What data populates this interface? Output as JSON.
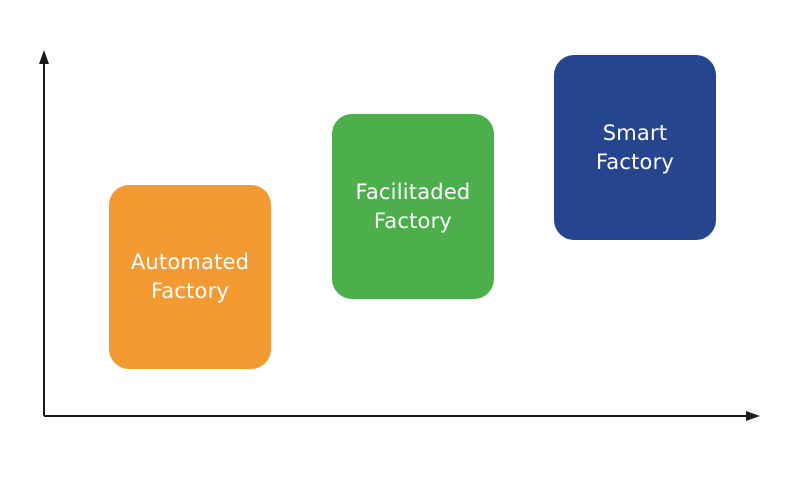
{
  "diagram": {
    "colors": {
      "axis": "#1a1a1a",
      "automated": "#f39a33",
      "facilitated": "#4caf4c",
      "smart": "#25458f",
      "label_text": "#ffffff"
    },
    "stages": [
      {
        "id": "automated",
        "label": "Automated\nFactory",
        "level": 1
      },
      {
        "id": "facilitated",
        "label": "Facilitaded\nFactory",
        "level": 2
      },
      {
        "id": "smart",
        "label": "Smart\nFactory",
        "level": 3
      }
    ]
  }
}
